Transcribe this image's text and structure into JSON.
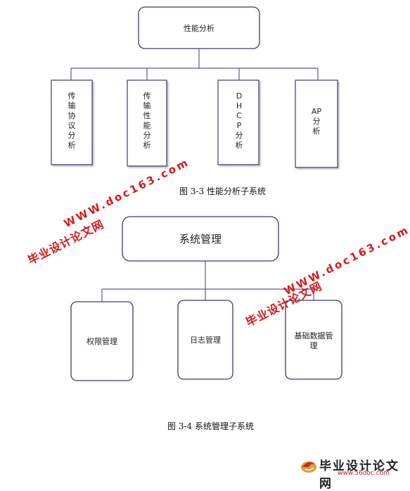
{
  "diagram1": {
    "root": "性能分析",
    "children": [
      "传输协议分析",
      "传输性能分析",
      "DHCP分析",
      "AP分析"
    ],
    "caption": "图 3-3 性能分析子系统"
  },
  "diagram2": {
    "root": "系统管理",
    "children": [
      "权限管理",
      "日志管理",
      "基础数据管理"
    ],
    "caption": "图 3-4 系统管理子系统"
  },
  "watermarks": {
    "cn": "毕业设计论文网",
    "en": "WWW.doc163.com"
  },
  "logo": {
    "text": "毕业设计论文网",
    "url": "www.56doc.com"
  },
  "colors": {
    "box_border": "#3a3a7a",
    "connector": "#5a5a9a",
    "watermark": "#d81818"
  }
}
